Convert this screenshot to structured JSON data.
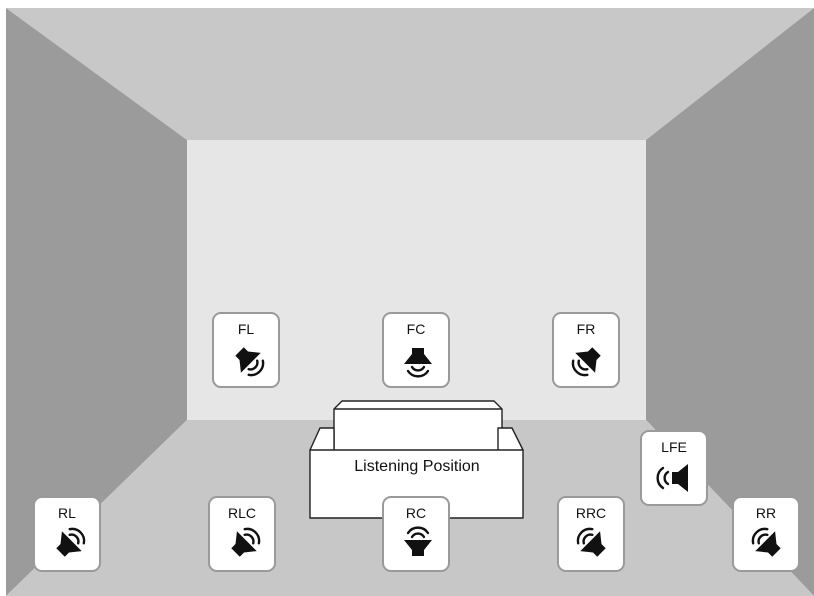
{
  "listening_position": "Listening Position",
  "speakers": [
    {
      "id": "fl",
      "label": "FL",
      "icon": "speaker-front-left-icon"
    },
    {
      "id": "fc",
      "label": "FC",
      "icon": "speaker-front-center-icon"
    },
    {
      "id": "fr",
      "label": "FR",
      "icon": "speaker-front-right-icon"
    },
    {
      "id": "lfe",
      "label": "LFE",
      "icon": "subwoofer-icon"
    },
    {
      "id": "rl",
      "label": "RL",
      "icon": "speaker-rear-left-icon"
    },
    {
      "id": "rlc",
      "label": "RLC",
      "icon": "speaker-rear-left-center-icon"
    },
    {
      "id": "rc",
      "label": "RC",
      "icon": "speaker-rear-center-icon"
    },
    {
      "id": "rrc",
      "label": "RRC",
      "icon": "speaker-rear-right-center-icon"
    },
    {
      "id": "rr",
      "label": "RR",
      "icon": "speaker-rear-right-icon"
    }
  ],
  "colors": {
    "ceiling": "#c8c8c8",
    "side_walls": "#9b9b9b",
    "back_wall": "#e6e6e6",
    "floor": "#c7c7c7",
    "speaker_border": "#9a9a9a"
  }
}
